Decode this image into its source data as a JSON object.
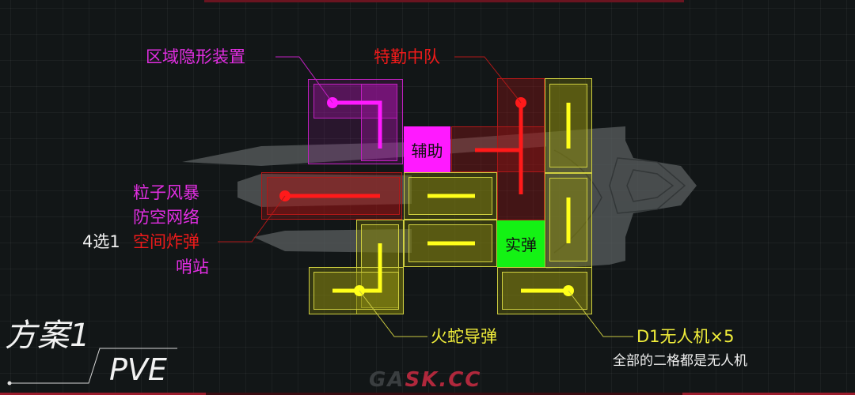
{
  "colors": {
    "background": "#121617",
    "magenta": "#ff1aff",
    "red": "#ff1a1a",
    "yellow": "#ffff1a",
    "green": "#14f214",
    "white": "#f0f0f0"
  },
  "plan": {
    "title": "方案1",
    "mode": "PVE"
  },
  "modules": {
    "stealth": {
      "label": "区域隐形装置",
      "color": "magenta"
    },
    "special_squad": {
      "label": "特勤中队",
      "color": "red"
    },
    "support_tag": {
      "label": "辅助",
      "color": "magenta"
    },
    "ammo_tag": {
      "label": "实弹",
      "color": "green"
    },
    "choice": {
      "prefix": "4选1",
      "options": [
        {
          "label": "粒子风暴",
          "color": "magenta"
        },
        {
          "label": "防空网络",
          "color": "magenta"
        },
        {
          "label": "空间炸弹",
          "color": "red"
        },
        {
          "label": "哨站",
          "color": "magenta"
        }
      ]
    },
    "missile": {
      "label": "火蛇导弹",
      "color": "yellow"
    },
    "drone": {
      "label": "D1无人机×5",
      "note": "全部的二格都是无人机",
      "color": "yellow"
    }
  },
  "watermark": {
    "text_a": "GA",
    "text_b": "SK.CC"
  }
}
